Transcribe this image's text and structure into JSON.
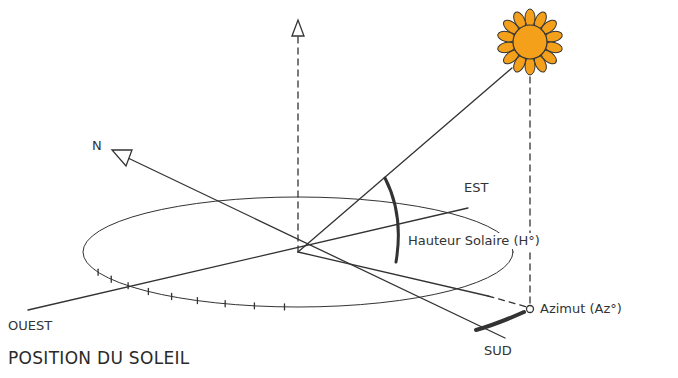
{
  "diagram": {
    "caption": "POSITION DU SOLEIL",
    "labels": [
      "N",
      "EST",
      "Hauteur Solaire (H°)",
      "OUEST",
      "Azimut (Az°)",
      "SUD"
    ]
  }
}
